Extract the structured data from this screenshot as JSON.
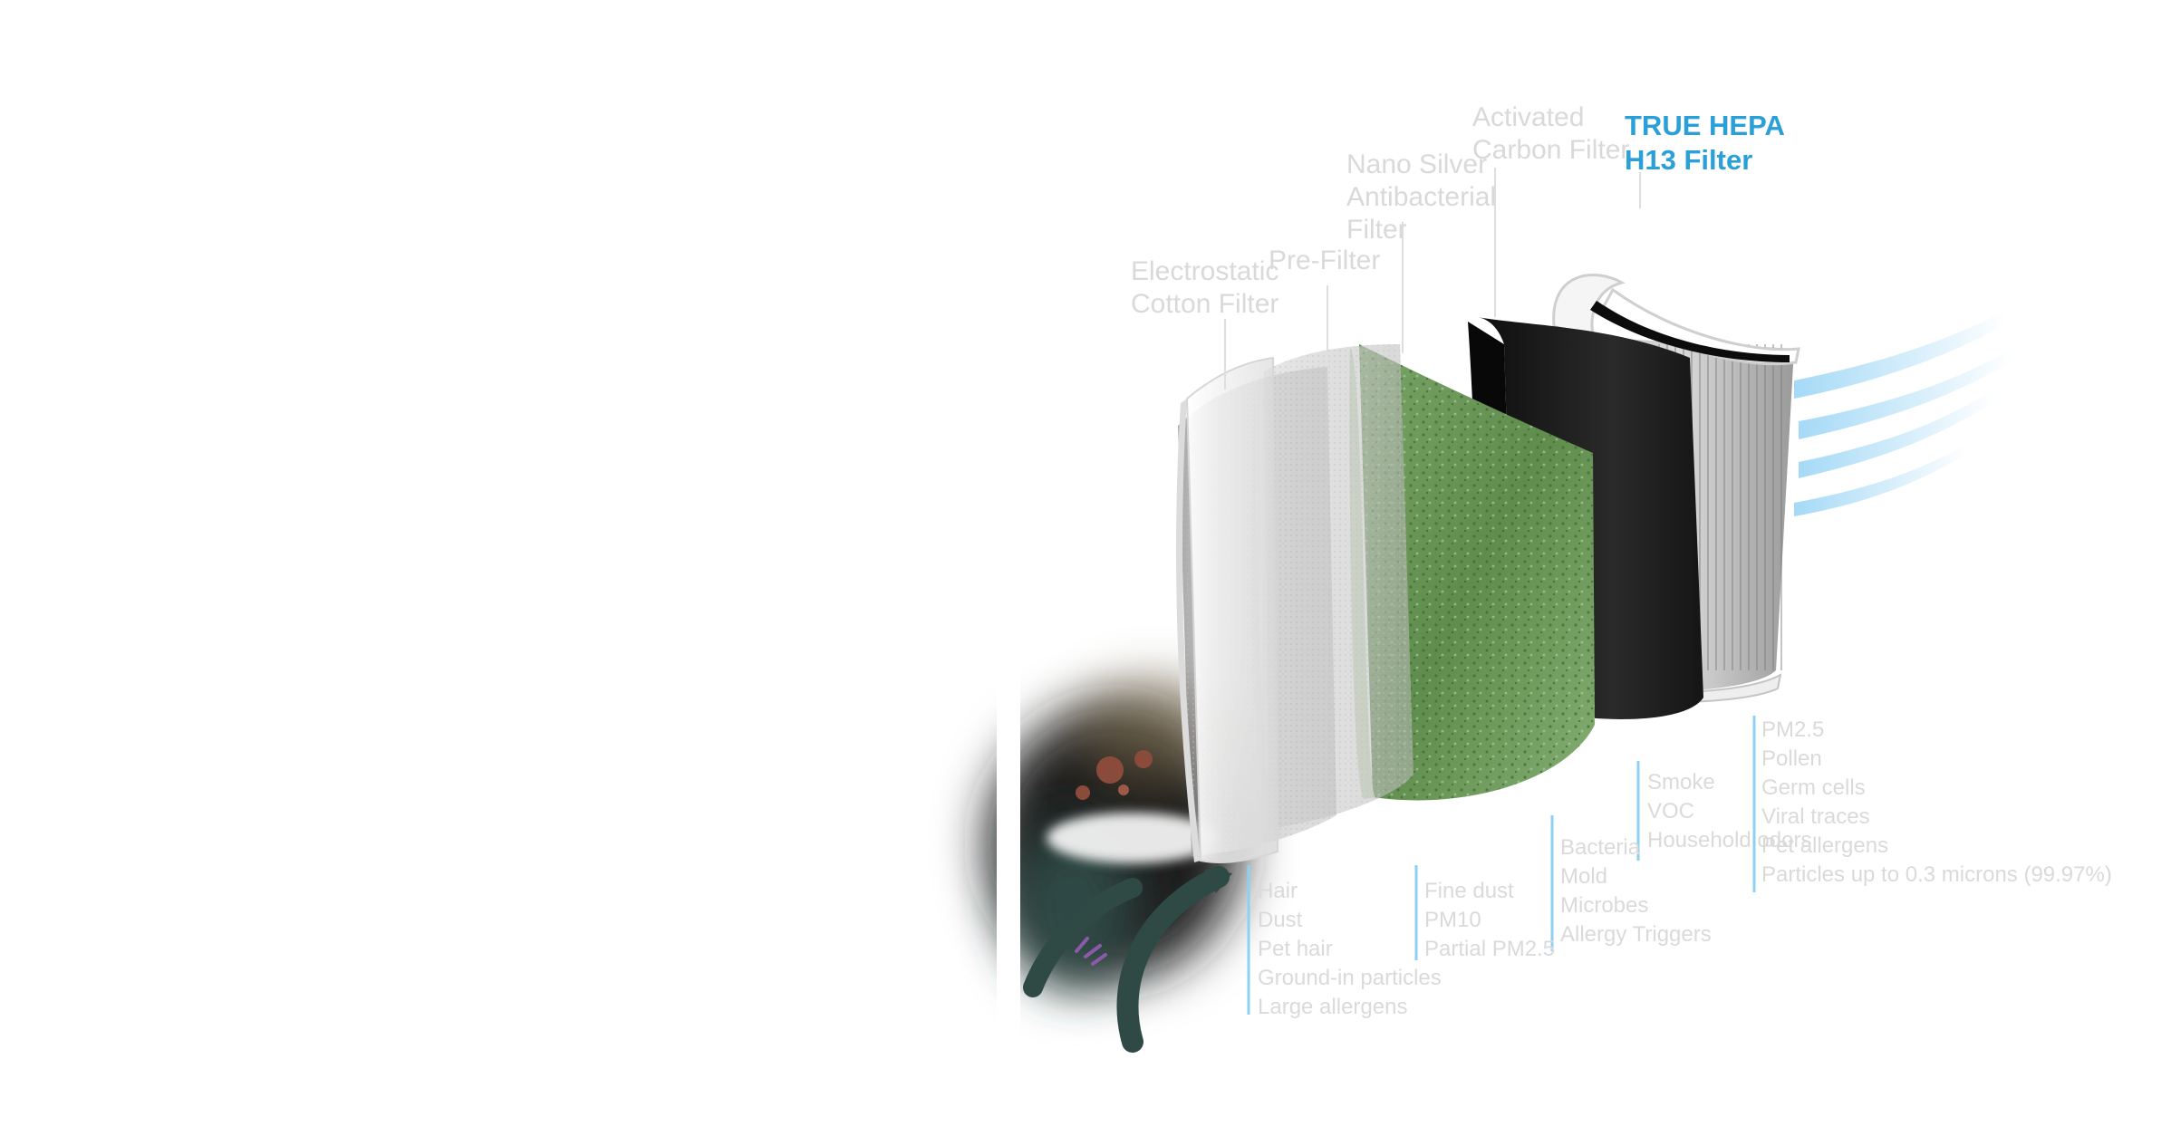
{
  "colors": {
    "accent": "#2a9fd8",
    "label_grey": "#d9d9d9",
    "carbon_green": "#6e9a5c",
    "carbon_black": "#1a1a1a",
    "airflow_blue": "#8ed0f4",
    "pollutant_teal": "#2f4a45"
  },
  "filters": [
    {
      "id": "electrostatic",
      "name_lines": [
        "Electrostatic",
        "Cotton Filter"
      ],
      "captures": [
        "Hair",
        "Dust",
        "Pet hair",
        "Ground-in particles",
        "Large allergens"
      ]
    },
    {
      "id": "pre",
      "name_lines": [
        "Pre-Filter"
      ],
      "captures": [
        "Fine dust",
        "PM10",
        "Partial PM2.5"
      ]
    },
    {
      "id": "nano",
      "name_lines": [
        "Nano Silver",
        "Antibacterial",
        "Filter"
      ],
      "captures": [
        "Bacteria",
        "Mold",
        "Microbes",
        "Allergy Triggers"
      ]
    },
    {
      "id": "carbon",
      "name_lines": [
        "Activated",
        "Carbon Filter"
      ],
      "captures": [
        "Smoke",
        "VOC",
        "Household odors"
      ]
    },
    {
      "id": "hepa",
      "name_lines": [
        "TRUE HEPA",
        "H13 Filter"
      ],
      "highlighted": true,
      "captures": [
        "PM2.5",
        "Pollen",
        "Germ cells",
        "Viral traces",
        "Pet allergens",
        "Particles up to 0.3 microns (99.97%)"
      ]
    }
  ]
}
